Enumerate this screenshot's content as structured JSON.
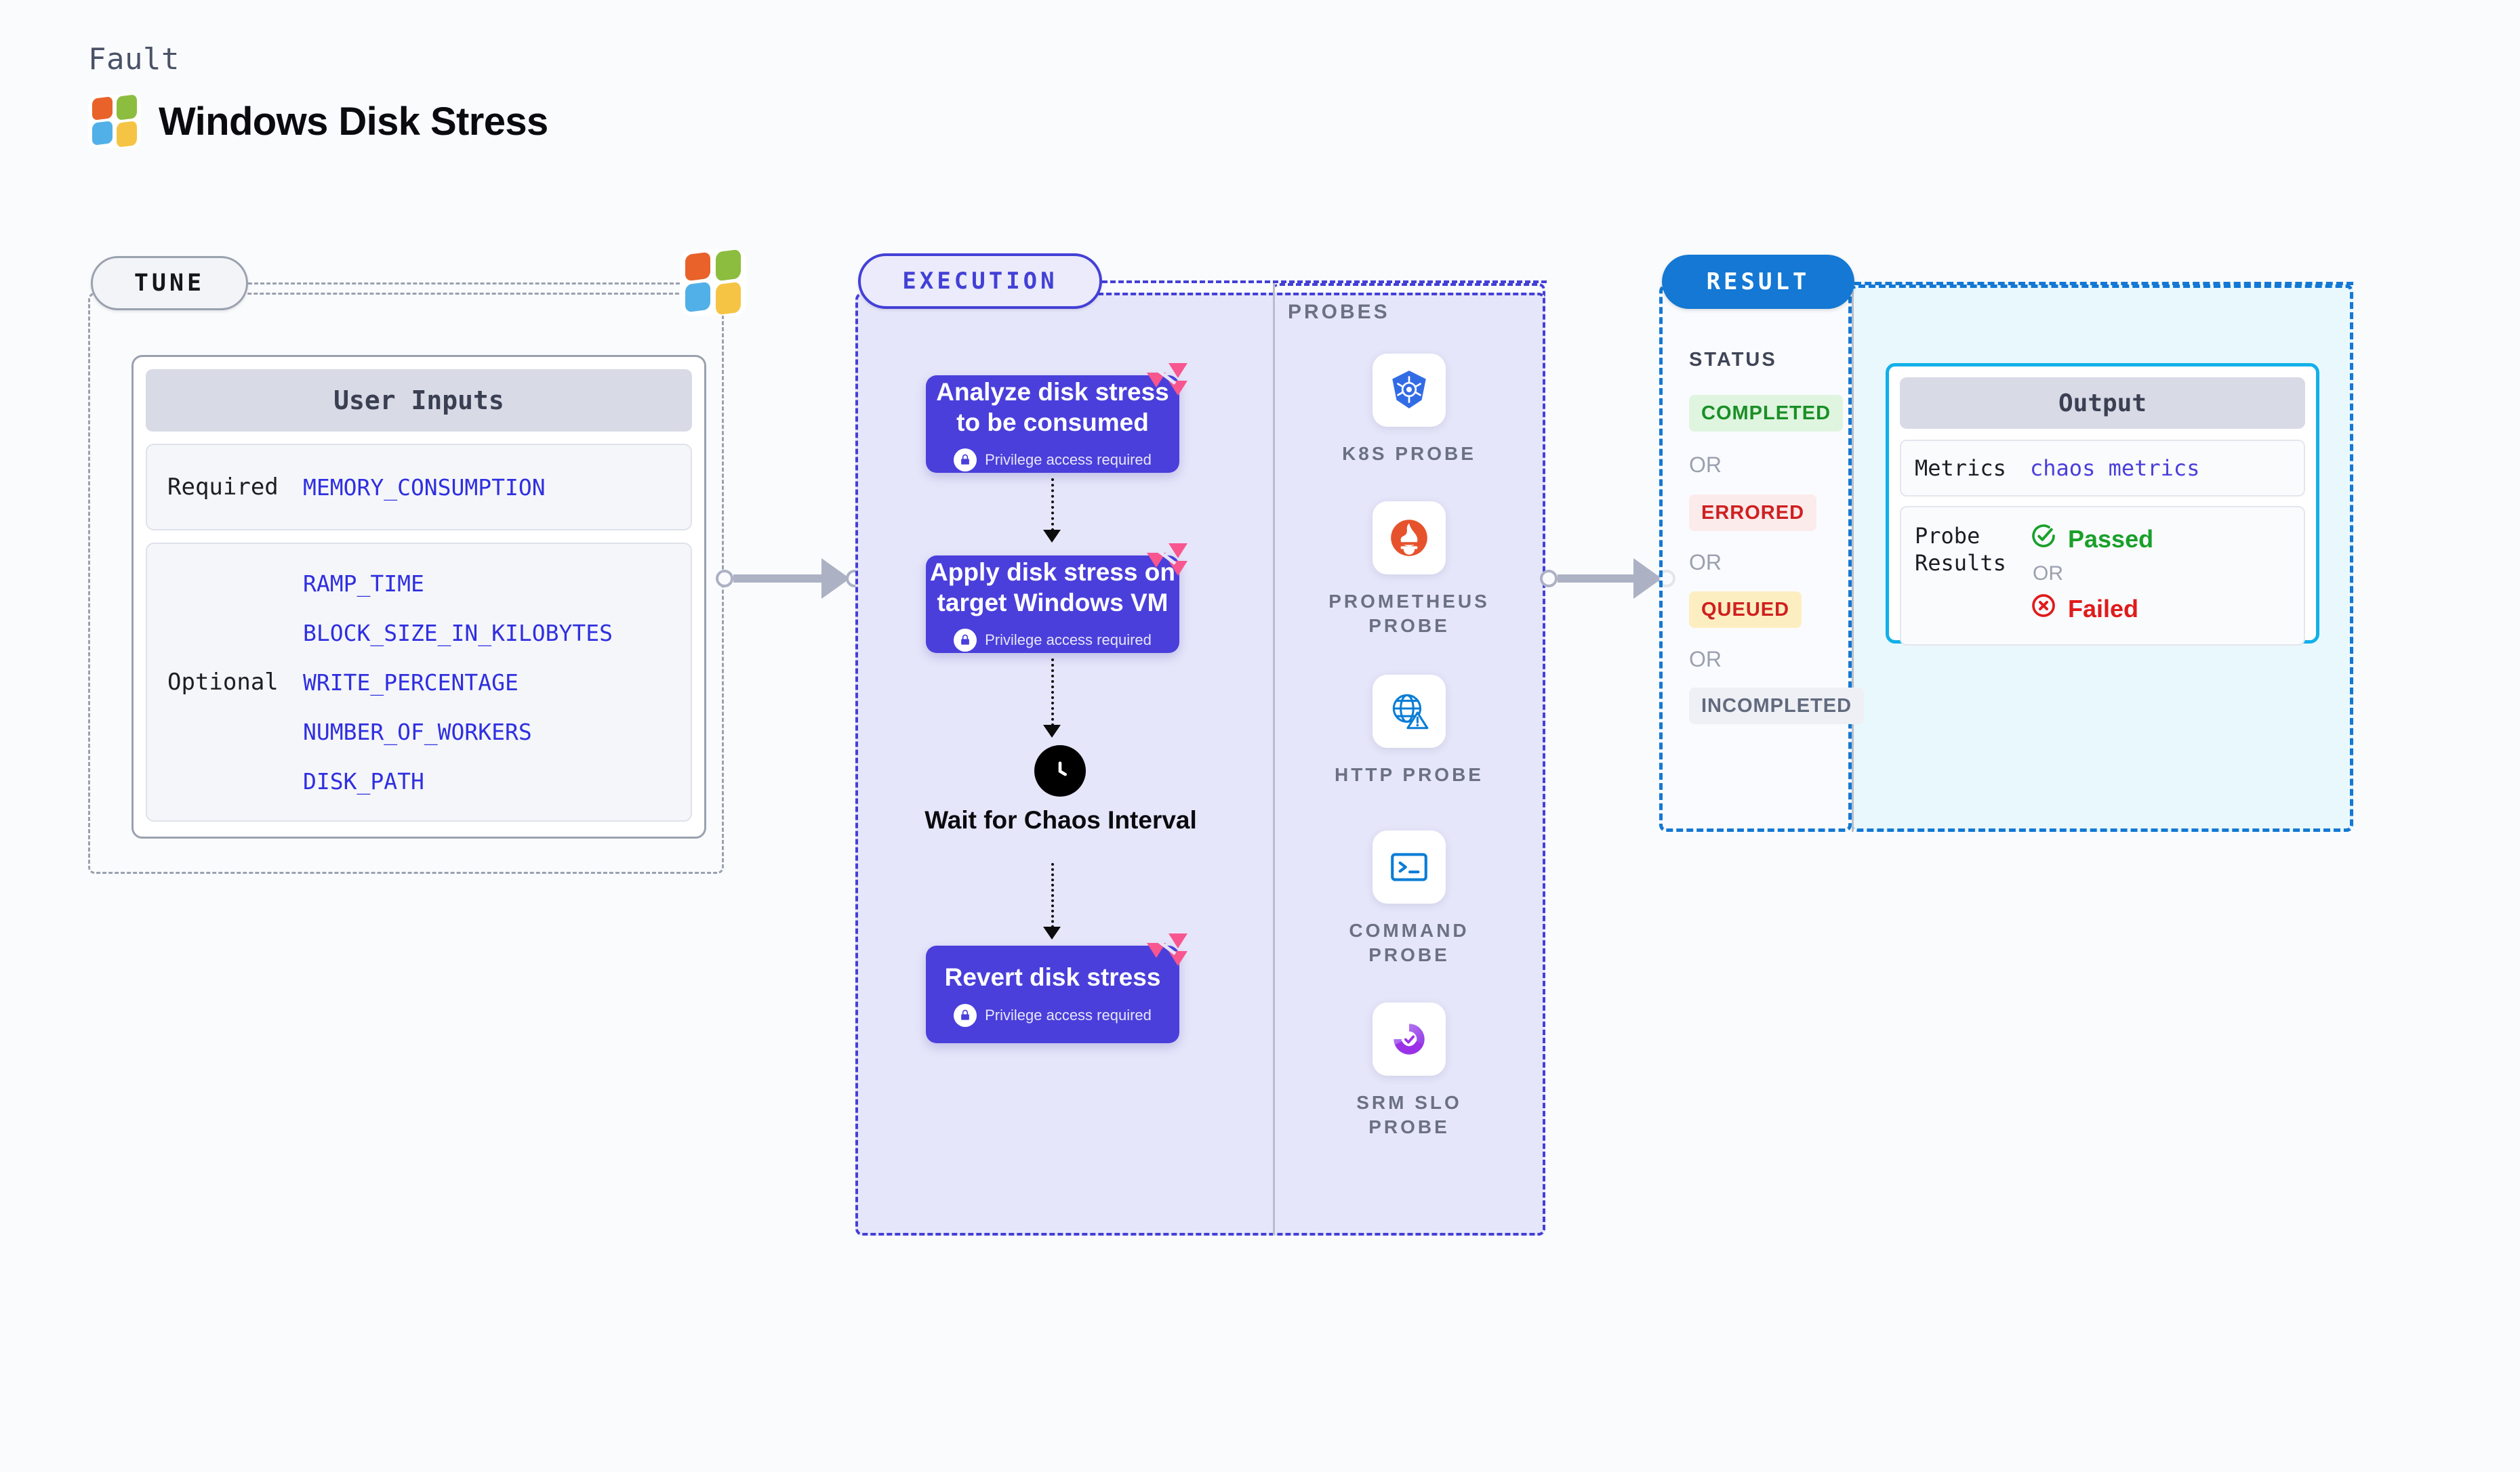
{
  "header": {
    "eyebrow": "Fault",
    "title": "Windows Disk Stress",
    "logo_icon": "windows-logo-icon"
  },
  "tune": {
    "pill_label": "TUNE",
    "card_title": "User Inputs",
    "required_label": "Required",
    "required_params": [
      "MEMORY_CONSUMPTION"
    ],
    "optional_label": "Optional",
    "optional_params": [
      "RAMP_TIME",
      "BLOCK_SIZE_IN_KILOBYTES",
      "WRITE_PERCENTAGE",
      "NUMBER_OF_WORKERS",
      "DISK_PATH"
    ]
  },
  "execution": {
    "pill_label": "EXECUTION",
    "steps": [
      {
        "title": "Analyze disk stress to be consumed",
        "sub": "Privilege access required",
        "badge_icon": "lock-icon",
        "corner_icon": "litmus-logo-icon"
      },
      {
        "title": "Apply disk stress on target Windows VM",
        "sub": "Privilege access required",
        "badge_icon": "lock-icon",
        "corner_icon": "litmus-logo-icon"
      },
      {
        "title": "Revert disk stress",
        "sub": "Privilege access required",
        "badge_icon": "lock-icon",
        "corner_icon": "litmus-logo-icon"
      }
    ],
    "wait": {
      "label": "Wait for Chaos Interval",
      "icon": "clock-icon"
    }
  },
  "probes": {
    "section_label": "PROBES",
    "items": [
      {
        "name": "K8S PROBE",
        "icon": "kubernetes-icon"
      },
      {
        "name": "PROMETHEUS\nPROBE",
        "icon": "prometheus-icon"
      },
      {
        "name": "HTTP PROBE",
        "icon": "http-globe-icon"
      },
      {
        "name": "COMMAND\nPROBE",
        "icon": "terminal-icon"
      },
      {
        "name": "SRM SLO\nPROBE",
        "icon": "srm-slo-icon"
      }
    ]
  },
  "result": {
    "pill_label": "RESULT",
    "status_label": "STATUS",
    "or_label": "OR",
    "statuses": [
      {
        "label": "COMPLETED",
        "fg": "#1a8f27",
        "bg": "#dff5df"
      },
      {
        "label": "ERRORED",
        "fg": "#cf2020",
        "bg": "#fcebeb"
      },
      {
        "label": "QUEUED",
        "fg": "#cf2020",
        "bg": "#fdeec2"
      },
      {
        "label": "INCOMPLETED",
        "fg": "#626a7e",
        "bg": "#eef0f5"
      }
    ],
    "output": {
      "title": "Output",
      "metrics_key": "Metrics",
      "metrics_value": "chaos metrics",
      "probe_results_key": "Probe\nResults",
      "passed_label": "Passed",
      "failed_label": "Failed",
      "or_label": "OR",
      "passed_icon": "check-circle-icon",
      "failed_icon": "x-circle-icon",
      "passed_color": "#19a02a",
      "failed_color": "#e01b1b"
    }
  },
  "colors": {
    "page_bg": "#fafbfd",
    "tune_border": "#9aa1ae",
    "execution_accent": "#4340d6",
    "execution_bg": "#e6e6fa",
    "step_card": "#4a3fdb",
    "result_accent": "#1478d4",
    "result_bg": "#e9f8fd",
    "output_border": "#12b0e8",
    "param_value": "#2f2fe0",
    "connector": "#adb1c4"
  }
}
